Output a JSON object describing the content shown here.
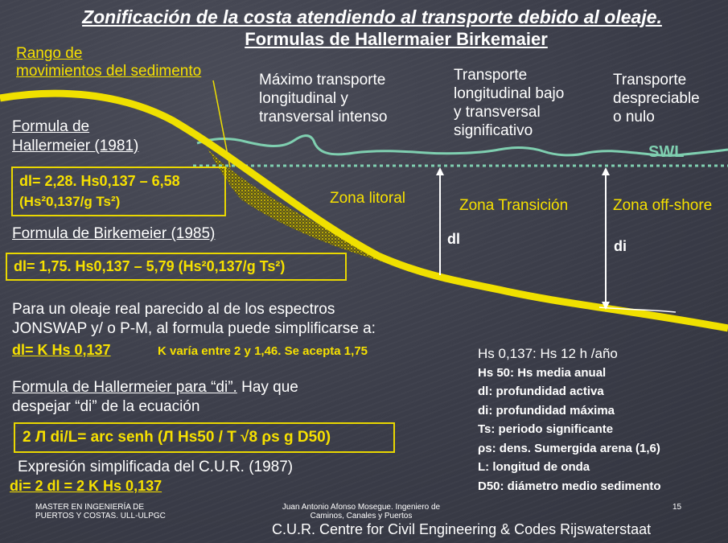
{
  "title": {
    "line1": "Zonificación de la costa atendiendo al transporte debido al oleaje.",
    "line2": "Formulas de Hallermaier Birkemaier"
  },
  "diagram": {
    "rango_label_1": "Rango de",
    "rango_label_2": "movimientos del sedimento",
    "max_transport_1": "Máximo transporte",
    "max_transport_2": "longitudinal y",
    "max_transport_3": "transversal intenso",
    "low_transport_1": "Transporte",
    "low_transport_2": "longitudinal bajo",
    "low_transport_3": "y  transversal",
    "low_transport_4": "significativo",
    "negl_transport_1": "Transporte",
    "negl_transport_2": "despreciable",
    "negl_transport_3": "o nulo",
    "swl": "SWL",
    "zona_litoral": "Zona litoral",
    "zona_transicion": "Zona Transición",
    "zona_offshore": "Zona off-shore",
    "dl_arrow": "dl",
    "di_arrow": "di",
    "colors": {
      "beach": "#f0e000",
      "wave": "#7fcfb0",
      "arrow": "#ffffff"
    }
  },
  "formulas": {
    "hallermeier_heading_1": "Formula de",
    "hallermeier_heading_2": "Hallermeier (1981)",
    "hallermeier_formula_1": "dl= 2,28. Hs0,137 – 6,58",
    "hallermeier_formula_2": "(Hs²0,137/g Ts²)",
    "birkemeier_heading": "Formula de Birkemeier (1985)",
    "birkemeier_formula": "dl= 1,75. Hs0,137 – 5,79 (Hs²0,137/g Ts²)"
  },
  "body": {
    "para_1": "Para un oleaje real parecido al de los espectros",
    "para_2": "JONSWAP y/ o P-M, al formula puede simplificarse a:",
    "simplified": "dl= K Hs 0,137",
    "k_note": "K varía entre 2 y 1,46. Se acepta 1,75",
    "di_heading_1": "Formula de Hallermeier para “di”.",
    "di_heading_2": " Hay que",
    "di_heading_3": "despejar “di” de la ecuación",
    "di_formula": "2 Л di/L= arc senh (Л Hs50 / T √8 ρs g D50)",
    "cur_line": "Expresión simplificada del C.U.R. (1987)",
    "cur_formula": "di= 2 dl = 2 K Hs 0,137"
  },
  "legend": [
    "Hs 0,137: Hs 12 h /año",
    "Hs 50: Hs media anual",
    "dl: profundidad activa",
    "di: profundidad máxima",
    "Ts: periodo significante",
    "ρs: dens. Sumergida arena (1,6)",
    "L: longitud de onda",
    "D50: diámetro medio sedimento"
  ],
  "footer": {
    "left_1": "MASTER EN INGENIERÍA DE",
    "left_2": "PUERTOS Y COSTAS. ULL-ULPGC",
    "center_1": "Juan Antonio Afonso Mosegue. Ingeniero de",
    "center_2": "Caminos, Canales y Puertos",
    "page": "15",
    "source": "C.U.R. Centre for Civil Engineering & Codes Rijswaterstaat"
  }
}
